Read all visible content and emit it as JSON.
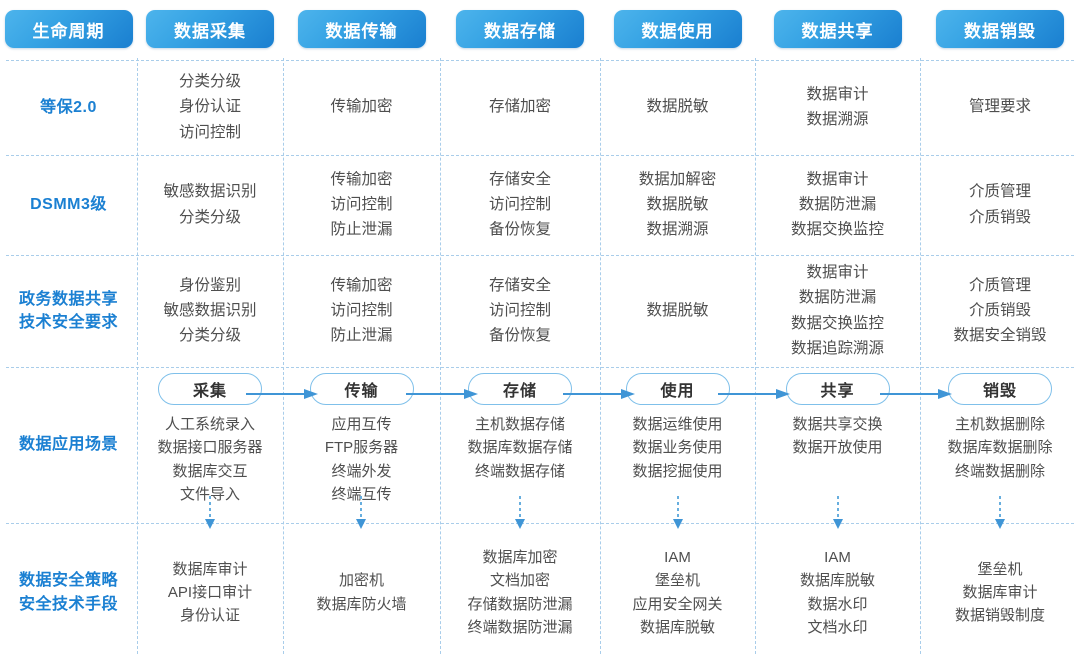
{
  "theme": {
    "header_gradient_from": "#4db4ec",
    "header_gradient_to": "#1a7fd0",
    "label_blue": "#1b80d2",
    "separator_blue": "#a9cdea",
    "pill_border": "#7fc0ea",
    "arrow_blue": "#3f95d6",
    "body_text": "#4f4f4f"
  },
  "header": {
    "columns": [
      {
        "label": "生命周期"
      },
      {
        "label": "数据采集"
      },
      {
        "label": "数据传输"
      },
      {
        "label": "数据存储"
      },
      {
        "label": "数据使用"
      },
      {
        "label": "数据共享"
      },
      {
        "label": "数据销毁"
      }
    ]
  },
  "rows": [
    {
      "label": "等保2.0",
      "cells": [
        [
          "分类分级",
          "身份认证",
          "访问控制"
        ],
        [
          "传输加密"
        ],
        [
          "存储加密"
        ],
        [
          "数据脱敏"
        ],
        [
          "数据审计",
          "数据溯源"
        ],
        [
          "管理要求"
        ]
      ]
    },
    {
      "label": "DSMM3级",
      "cells": [
        [
          "敏感数据识别",
          "分类分级"
        ],
        [
          "传输加密",
          "访问控制",
          "防止泄漏"
        ],
        [
          "存储安全",
          "访问控制",
          "备份恢复"
        ],
        [
          "数据加解密",
          "数据脱敏",
          "数据溯源"
        ],
        [
          "数据审计",
          "数据防泄漏",
          "数据交换监控"
        ],
        [
          "介质管理",
          "介质销毁"
        ]
      ]
    },
    {
      "label": "政务数据共享\n技术安全要求",
      "label_lines": [
        "政务数据共享",
        "技术安全要求"
      ],
      "cells": [
        [
          "身份鉴别",
          "敏感数据识别",
          "分类分级"
        ],
        [
          "传输加密",
          "访问控制",
          "防止泄漏"
        ],
        [
          "存储安全",
          "访问控制",
          "备份恢复"
        ],
        [
          "数据脱敏"
        ],
        [
          "数据审计",
          "数据防泄漏",
          "数据交换监控",
          "数据追踪溯源"
        ],
        [
          "介质管理",
          "介质销毁",
          "数据安全销毁"
        ]
      ]
    },
    {
      "label": "数据应用场景",
      "label_lines": [
        "数据应用场景"
      ],
      "stages": [
        "采集",
        "传输",
        "存储",
        "使用",
        "共享",
        "销毁"
      ],
      "cells": [
        [
          "人工系统录入",
          "数据接口服务器",
          "数据库交互",
          "文件导入"
        ],
        [
          "应用互传",
          "FTP服务器",
          "终端外发",
          "终端互传"
        ],
        [
          "主机数据存储",
          "数据库数据存储",
          "终端数据存储"
        ],
        [
          "数据运维使用",
          "数据业务使用",
          "数据挖掘使用"
        ],
        [
          "数据共享交换",
          "数据开放使用"
        ],
        [
          "主机数据删除",
          "数据库数据删除",
          "终端数据删除"
        ]
      ]
    },
    {
      "label": "数据安全策略\n安全技术手段",
      "label_lines": [
        "数据安全策略",
        "安全技术手段"
      ],
      "cells": [
        [
          "数据库审计",
          "API接口审计",
          "身份认证"
        ],
        [
          "加密机",
          "数据库防火墙"
        ],
        [
          "数据库加密",
          "文档加密",
          "存储数据防泄漏",
          "终端数据防泄漏"
        ],
        [
          "IAM",
          "堡垒机",
          "应用安全网关",
          "数据库脱敏"
        ],
        [
          "IAM",
          "数据库脱敏",
          "数据水印",
          "文档水印"
        ],
        [
          "堡垒机",
          "数据库审计",
          "数据销毁制度"
        ]
      ]
    }
  ],
  "icons": {
    "flow_arrow": "flow-arrow-right-icon",
    "down_arrow": "down-arrow-dotted-icon"
  }
}
